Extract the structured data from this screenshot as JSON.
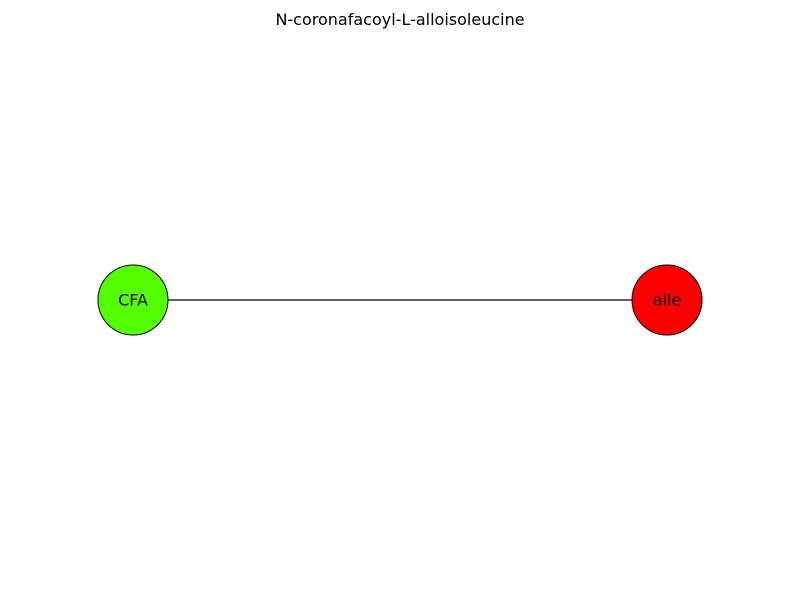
{
  "diagram": {
    "title": "N-coronafacoyl-L-alloisoleucine",
    "nodes": [
      {
        "id": "cfa",
        "label": "CFA",
        "color": "#55ff00"
      },
      {
        "id": "alle",
        "label": "alle",
        "color": "#ff0000"
      }
    ],
    "edges": [
      {
        "from": "cfa",
        "to": "alle"
      }
    ]
  }
}
